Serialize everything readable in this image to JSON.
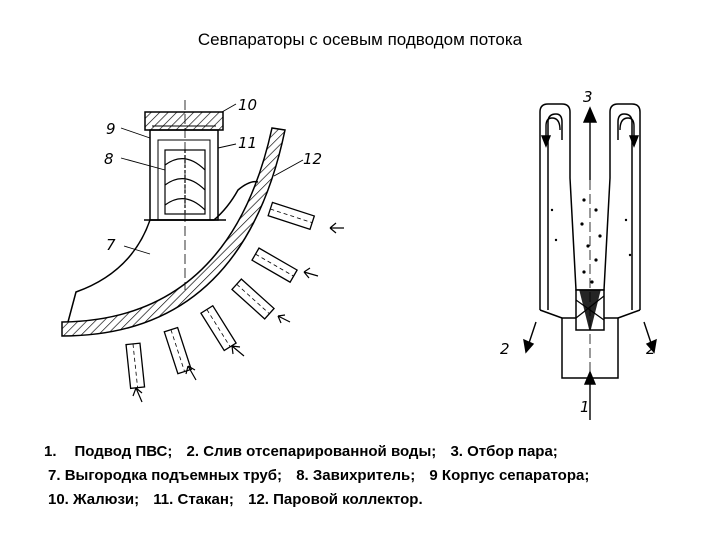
{
  "title": "Севпараторы с осевым подводом потока",
  "colors": {
    "ink": "#000000",
    "background": "#ffffff"
  },
  "left_figure": {
    "labels": [
      "7",
      "8",
      "9",
      "10",
      "11",
      "12"
    ]
  },
  "right_figure": {
    "labels": [
      "1",
      "2",
      "2",
      "3"
    ]
  },
  "legend": {
    "line1": [
      {
        "num": "1.",
        "text": "Подвод ПВС;"
      },
      {
        "num": "2.",
        "text": "Слив отсепарированной воды;"
      },
      {
        "num": "3.",
        "text": "Отбор пара;"
      }
    ],
    "line2": [
      {
        "num": "7.",
        "text": "Выгородка подъемных труб;"
      },
      {
        "num": "8.",
        "text": "Завихритель;"
      },
      {
        "num": "9",
        "text": "Корпус сепаратора;"
      }
    ],
    "line3": [
      {
        "num": "10.",
        "text": "Жалюзи;"
      },
      {
        "num": "11.",
        "text": "Стакан;"
      },
      {
        "num": "12.",
        "text": "Паровой коллектор."
      }
    ]
  }
}
